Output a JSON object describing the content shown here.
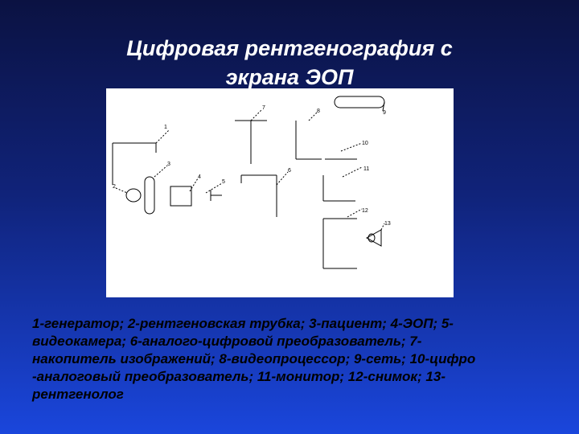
{
  "title": {
    "line1": "Цифровая рентгенография с",
    "line2": "экрана ЭОП"
  },
  "diagram": {
    "labels": [
      "1",
      "2",
      "3",
      "4",
      "5",
      "6",
      "7",
      "8",
      "9",
      "10",
      "11",
      "12",
      "13"
    ]
  },
  "caption": {
    "line1": "1-генератор; 2-рентгеновская трубка; 3-пациент; 4-ЭОП; 5-",
    "line2": "видеокамера; 6-аналого-цифровой преобразователь; 7-",
    "line3": "накопитель изображений; 8-видеопроцессор; 9-сеть; 10-цифро",
    "line4": "-аналоговый преобразователь; 11-монитор; 12-снимок; 13-",
    "line5": "рентгенолог"
  }
}
